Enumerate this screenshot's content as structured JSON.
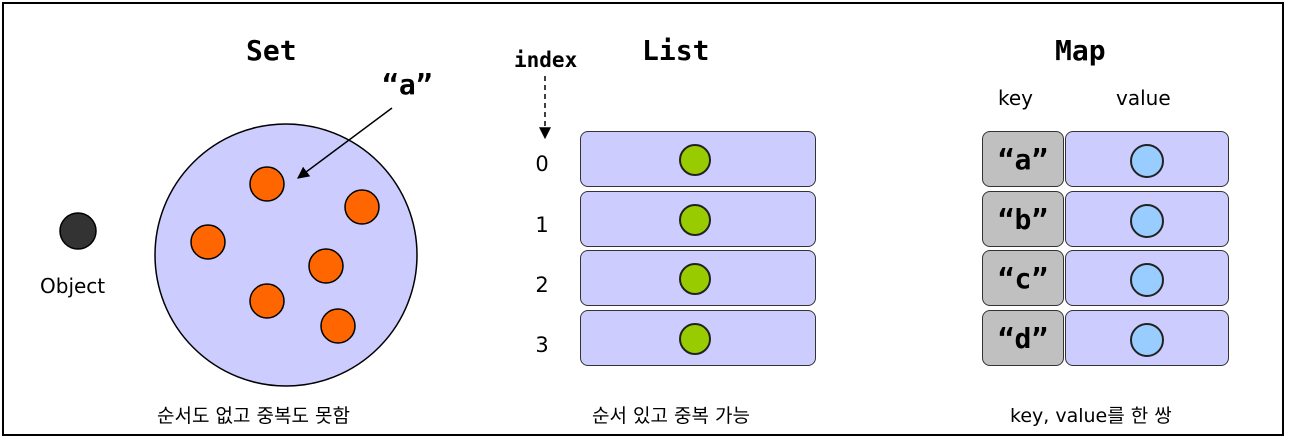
{
  "set": {
    "title": "Set",
    "element_label": "“a”",
    "object_label": "Object",
    "caption": "순서도 없고 중복도 못함",
    "colors": {
      "circle_fill": "#ccccff",
      "element_fill": "#ff6600",
      "object_fill": "#333333"
    }
  },
  "list": {
    "title": "List",
    "index_label": "index",
    "indices": [
      "0",
      "1",
      "2",
      "3"
    ],
    "caption": "순서 있고 중복 가능",
    "colors": {
      "row_fill": "#ccccff",
      "element_fill": "#99cc00"
    }
  },
  "map": {
    "title": "Map",
    "key_header": "key",
    "value_header": "value",
    "keys": [
      "“a”",
      "“b”",
      "“c”",
      "“d”"
    ],
    "caption": "key, value를 한 쌍",
    "colors": {
      "key_fill": "#c0c0c0",
      "value_fill": "#ccccff",
      "element_fill": "#99ccff"
    }
  }
}
